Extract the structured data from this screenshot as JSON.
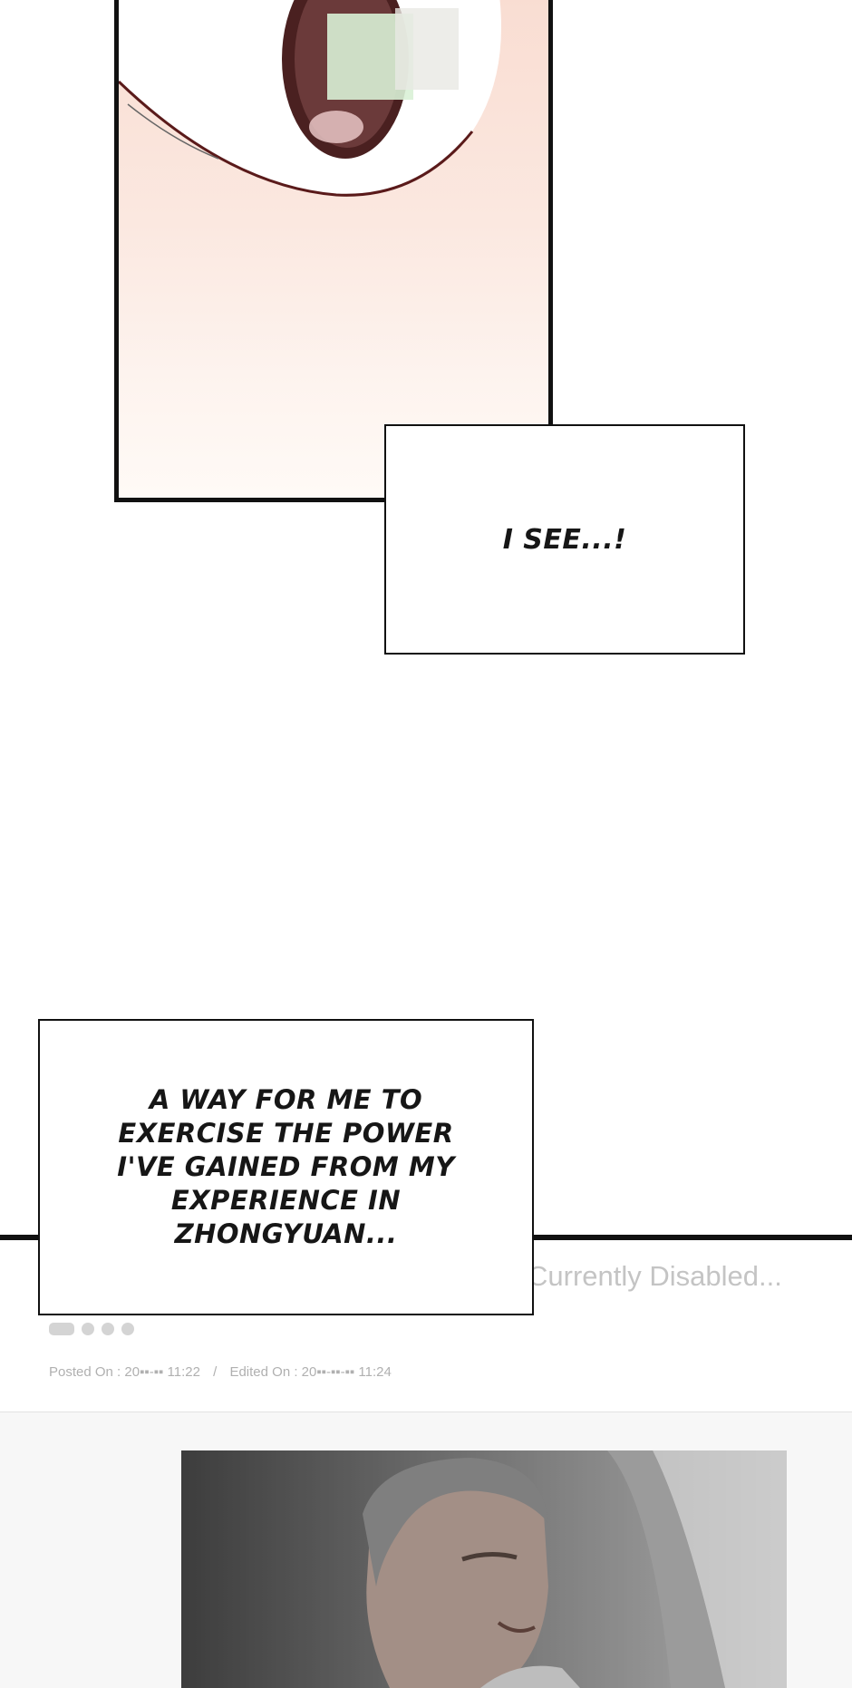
{
  "captions": {
    "see": "I SEE...!",
    "way": "A WAY FOR ME TO EXERCISE THE POWER I'VE GAINED FROM MY EXPERIENCE IN ZHONGYUAN..."
  },
  "comments": {
    "status": "Currently Disabled...",
    "posted_label": "Posted On :",
    "posted_value": "20▪▪-▪▪ 11:22",
    "separator": "/",
    "edited_label": "Edited On :",
    "edited_value": "20▪▪-▪▪-▪▪ 11:24"
  },
  "colors": {
    "panel_border": "#111111",
    "muted_text": "#c4c4c4"
  }
}
